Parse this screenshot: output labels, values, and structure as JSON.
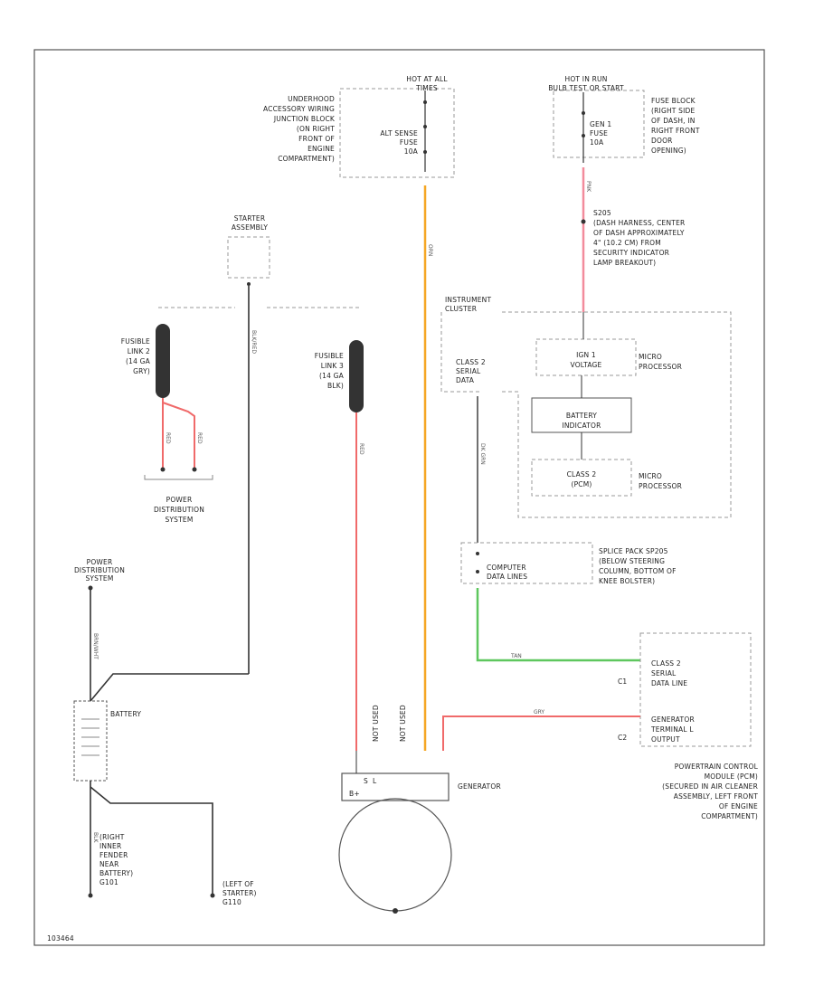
{
  "labels": {
    "underhood_block": [
      "UNDERHOOD",
      "ACCESSORY WIRING",
      "JUNCTION BLOCK",
      "(ON RIGHT",
      "FRONT OF",
      "ENGINE",
      "COMPARTMENT)"
    ],
    "hot_at_all_times": [
      "HOT AT ALL",
      "TIMES"
    ],
    "alt_sense_fuse": [
      "ALT SENSE",
      "FUSE",
      "10A"
    ],
    "hot_in_run": [
      "HOT IN RUN",
      "BULB TEST OR START"
    ],
    "fuse_block": [
      "FUSE BLOCK",
      "(RIGHT SIDE",
      "OF DASH, IN",
      "RIGHT FRONT",
      "DOOR",
      "OPENING)"
    ],
    "gen1_fuse": [
      "GEN 1",
      "FUSE",
      "10A"
    ],
    "s205": [
      "S205",
      "(DASH HARNESS, CENTER",
      "OF DASH APPROXIMATELY",
      "4\" (10.2 CM) FROM",
      "SECURITY INDICATOR",
      "LAMP BREAKOUT)"
    ],
    "starter_assembly": [
      "STARTER",
      "ASSEMBLY"
    ],
    "fusible_link_2": [
      "FUSIBLE",
      "LINK 2",
      "(14 GA",
      "GRY)"
    ],
    "fusible_link_3": [
      "FUSIBLE",
      "LINK 3",
      "(14 GA",
      "BLK)"
    ],
    "instrument_cluster": [
      "INSTRUMENT",
      "CLUSTER"
    ],
    "ign1_voltage": [
      "IGN 1",
      "VOLTAGE"
    ],
    "micro_processor_1": [
      "MICRO",
      "PROCESSOR"
    ],
    "class2_serial_data": [
      "CLASS 2",
      "SERIAL",
      "DATA"
    ],
    "battery_indicator": [
      "BATTERY",
      "INDICATOR"
    ],
    "class2_pcm": [
      "CLASS 2",
      "(PCM)"
    ],
    "micro_processor_2": [
      "MICRO",
      "PROCESSOR"
    ],
    "power_distribution_1": [
      "POWER",
      "DISTRIBUTION",
      "SYSTEM"
    ],
    "power_distribution_2": [
      "POWER",
      "DISTRIBUTION",
      "SYSTEM"
    ],
    "splice_pack": [
      "SPLICE PACK SP205",
      "(BELOW STEERING",
      "COLUMN, BOTTOM OF",
      "KNEE BOLSTER)"
    ],
    "computer_data_lines": [
      "COMPUTER",
      "DATA LINES"
    ],
    "class2_serial_data_line": [
      "CLASS 2",
      "SERIAL",
      "DATA LINE"
    ],
    "generator_terminal_l": [
      "GENERATOR",
      "TERMINAL L",
      "OUTPUT"
    ],
    "c1": "C1",
    "c2": "C2",
    "battery": "BATTERY",
    "generator": "GENERATOR",
    "not_used_1": "NOT USED",
    "not_used_2": "NOT USED",
    "pcm": [
      "POWERTRAIN CONTROL",
      "MODULE (PCM)",
      "(SECURED IN AIR CLEANER",
      "ASSEMBLY, LEFT FRONT",
      "OF ENGINE",
      "COMPARTMENT)"
    ],
    "ground_g101": [
      "(RIGHT",
      "INNER",
      "FENDER",
      "NEAR",
      "BATTERY)",
      "G101"
    ],
    "ground_g110": [
      "(LEFT OF",
      "STARTER)",
      "G110"
    ],
    "gen_terminals": [
      "B+",
      "S",
      "L"
    ],
    "footer_code": "103464"
  },
  "wire_labels": {
    "orange": "ORN",
    "pink": "PNK",
    "red_1": "RED",
    "red_2": "RED",
    "red_3": "RED",
    "blk_red": "BLK/RED",
    "green": "TAN",
    "green_2": "DK GRN",
    "brn_wht": "BRN/WHT",
    "gry": "GRY",
    "blk": "BLK"
  },
  "colors": {
    "orange": "#f5a623",
    "pink": "#f28b9c",
    "red": "#f06a6a",
    "green": "#5ec75e",
    "black": "#333333",
    "frame": "#555555"
  }
}
